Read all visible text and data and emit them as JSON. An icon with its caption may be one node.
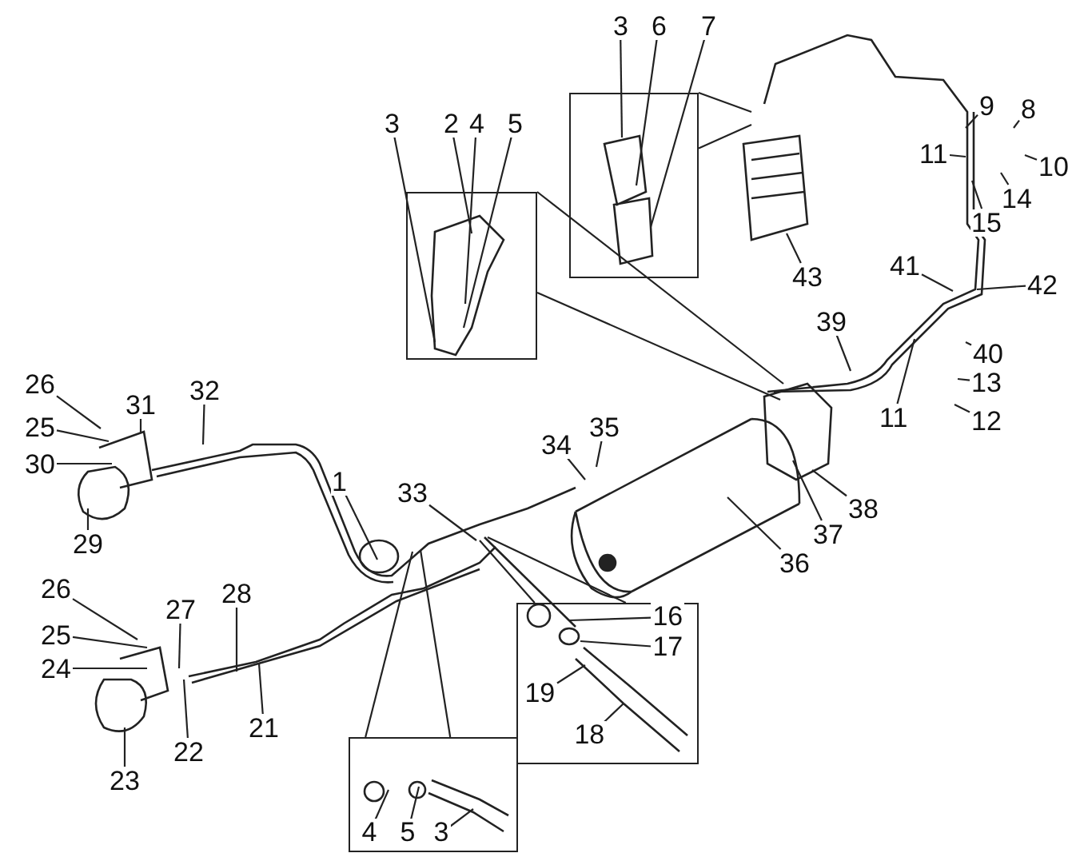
{
  "diagram": {
    "nodes": [
      {
        "text": [],
        "shape": "box"
      },
      {
        "text": [
          "3"
        ]
      },
      {
        "text": [
          "2"
        ]
      },
      {
        "text": [
          "4"
        ]
      },
      {
        "text": [
          "5"
        ]
      },
      {
        "text": [],
        "shape": "box"
      },
      {
        "text": [
          "3"
        ]
      },
      {
        "text": [
          "6"
        ]
      },
      {
        "text": [
          "7"
        ]
      },
      {
        "text": [],
        "shape": "box"
      },
      {
        "text": [
          "16"
        ],
        "in": 9
      },
      {
        "text": [
          "17"
        ],
        "in": 9
      },
      {
        "text": [
          "19"
        ],
        "in": 9
      },
      {
        "text": [
          "18"
        ],
        "in": 9
      },
      {
        "text": [],
        "shape": "box"
      },
      {
        "text": [
          "4"
        ],
        "in": 14
      },
      {
        "text": [
          "5"
        ],
        "in": 14
      },
      {
        "text": [
          "3"
        ],
        "in": 14
      },
      {
        "text": [
          "9"
        ]
      },
      {
        "text": [
          "8"
        ]
      },
      {
        "text": [
          "11"
        ]
      },
      {
        "text": [
          "10"
        ]
      },
      {
        "text": [
          "14"
        ]
      },
      {
        "text": [
          "15"
        ]
      },
      {
        "text": [
          "43"
        ]
      },
      {
        "text": [
          "41"
        ]
      },
      {
        "text": [
          "42"
        ]
      },
      {
        "text": [
          "39"
        ]
      },
      {
        "text": [
          "40"
        ]
      },
      {
        "text": [
          "13"
        ]
      },
      {
        "text": [
          "11"
        ]
      },
      {
        "text": [
          "12"
        ]
      },
      {
        "text": [
          "26"
        ]
      },
      {
        "text": [
          "31"
        ]
      },
      {
        "text": [
          "32"
        ]
      },
      {
        "text": [
          "25"
        ]
      },
      {
        "text": [
          "30"
        ]
      },
      {
        "text": [
          "34"
        ]
      },
      {
        "text": [
          "35"
        ]
      },
      {
        "text": [
          "1"
        ]
      },
      {
        "text": [
          "33"
        ]
      },
      {
        "text": [
          "38"
        ]
      },
      {
        "text": [
          "37"
        ]
      },
      {
        "text": [
          "29"
        ]
      },
      {
        "text": [
          "36"
        ]
      },
      {
        "text": [
          "26"
        ]
      },
      {
        "text": [
          "27"
        ]
      },
      {
        "text": [
          "28"
        ]
      },
      {
        "text": [
          "25"
        ]
      },
      {
        "text": [
          "24"
        ]
      },
      {
        "text": [
          "22"
        ]
      },
      {
        "text": [
          "21"
        ]
      },
      {
        "text": [
          "23"
        ]
      }
    ],
    "edges": [
      {
        "from": 0,
        "to": null,
        "arrow": "none"
      },
      {
        "from": 0,
        "to": null,
        "arrow": "none"
      },
      {
        "from": 1,
        "to": 0,
        "arrow": "none"
      },
      {
        "from": 2,
        "to": 0,
        "arrow": "none"
      },
      {
        "from": 3,
        "to": 0,
        "arrow": "none"
      },
      {
        "from": 4,
        "to": 0,
        "arrow": "none"
      },
      {
        "from": 5,
        "to": null,
        "arrow": "none"
      },
      {
        "from": 5,
        "to": null,
        "arrow": "none"
      },
      {
        "from": 6,
        "to": 5,
        "arrow": "none"
      },
      {
        "from": 7,
        "to": 5,
        "arrow": "none"
      },
      {
        "from": 8,
        "to": 5,
        "arrow": "none"
      },
      {
        "from": 9,
        "to": null,
        "arrow": "none"
      },
      {
        "from": 9,
        "to": null,
        "arrow": "none"
      },
      {
        "from": 10,
        "to": null,
        "arrow": "none"
      },
      {
        "from": 11,
        "to": null,
        "arrow": "none"
      },
      {
        "from": 12,
        "to": null,
        "arrow": "none"
      },
      {
        "from": 13,
        "to": null,
        "arrow": "none"
      },
      {
        "from": 14,
        "to": null,
        "arrow": "none"
      },
      {
        "from": 14,
        "to": null,
        "arrow": "none"
      },
      {
        "from": 15,
        "to": null,
        "arrow": "none"
      },
      {
        "from": 16,
        "to": null,
        "arrow": "none"
      },
      {
        "from": 17,
        "to": null,
        "arrow": "none"
      },
      {
        "from": 18,
        "to": null,
        "arrow": "none"
      },
      {
        "from": 19,
        "to": null,
        "arrow": "none"
      },
      {
        "from": 20,
        "to": null,
        "arrow": "none"
      },
      {
        "from": 21,
        "to": null,
        "arrow": "none"
      },
      {
        "from": 22,
        "to": null,
        "arrow": "none"
      },
      {
        "from": 23,
        "to": null,
        "arrow": "none"
      },
      {
        "from": 24,
        "to": null,
        "arrow": "none"
      },
      {
        "from": 25,
        "to": null,
        "arrow": "none"
      },
      {
        "from": 26,
        "to": null,
        "arrow": "none"
      },
      {
        "from": 27,
        "to": null,
        "arrow": "none"
      },
      {
        "from": 28,
        "to": null,
        "arrow": "none"
      },
      {
        "from": 29,
        "to": null,
        "arrow": "none"
      },
      {
        "from": 30,
        "to": null,
        "arrow": "none"
      },
      {
        "from": 31,
        "to": null,
        "arrow": "none"
      },
      {
        "from": 32,
        "to": null,
        "arrow": "none"
      },
      {
        "from": 33,
        "to": null,
        "arrow": "none"
      },
      {
        "from": 34,
        "to": null,
        "arrow": "none"
      },
      {
        "from": 35,
        "to": null,
        "arrow": "none"
      },
      {
        "from": 36,
        "to": null,
        "arrow": "none"
      },
      {
        "from": 37,
        "to": null,
        "arrow": "none"
      },
      {
        "from": 38,
        "to": null,
        "arrow": "none"
      },
      {
        "from": 39,
        "to": null,
        "arrow": "none"
      },
      {
        "from": 40,
        "to": null,
        "arrow": "none"
      },
      {
        "from": 41,
        "to": null,
        "arrow": "none"
      },
      {
        "from": 42,
        "to": null,
        "arrow": "none"
      },
      {
        "from": 43,
        "to": null,
        "arrow": "none"
      },
      {
        "from": 44,
        "to": null,
        "arrow": "none"
      },
      {
        "from": 45,
        "to": null,
        "arrow": "none"
      },
      {
        "from": 46,
        "to": null,
        "arrow": "none"
      },
      {
        "from": 47,
        "to": null,
        "arrow": "none"
      },
      {
        "from": 48,
        "to": null,
        "arrow": "none"
      },
      {
        "from": 49,
        "to": null,
        "arrow": "none"
      },
      {
        "from": 50,
        "to": null,
        "arrow": "none"
      },
      {
        "from": 51,
        "to": null,
        "arrow": "none"
      },
      {
        "from": 52,
        "to": null,
        "arrow": "none"
      }
    ]
  }
}
